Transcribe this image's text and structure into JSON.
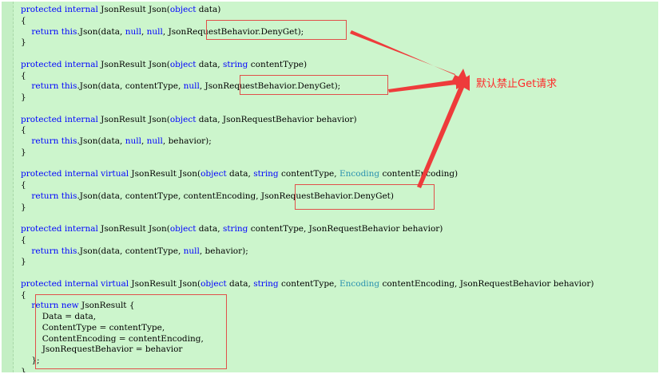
{
  "colors": {
    "editor_background": "#ccf5cc",
    "keyword": "#0000ff",
    "type": "#2b91af",
    "plain": "#000000",
    "highlight_box": "#e0504a",
    "annotation": "#ff2a2a"
  },
  "code_lines": [
    [
      {
        "t": "protected internal ",
        "c": "kw"
      },
      {
        "t": "JsonResult Json(",
        "c": "pl"
      },
      {
        "t": "object",
        "c": "kw"
      },
      {
        "t": " data)",
        "c": "pl"
      }
    ],
    [
      {
        "t": "{",
        "c": "pl"
      }
    ],
    [
      {
        "t": "    ",
        "c": "pl"
      },
      {
        "t": "return this",
        "c": "kw"
      },
      {
        "t": ".Json(data, ",
        "c": "pl"
      },
      {
        "t": "null",
        "c": "kw"
      },
      {
        "t": ", ",
        "c": "pl"
      },
      {
        "t": "null",
        "c": "kw"
      },
      {
        "t": ", JsonRequestBehavior.DenyGet);",
        "c": "pl"
      }
    ],
    [
      {
        "t": "}",
        "c": "pl"
      }
    ],
    [],
    [
      {
        "t": "protected internal ",
        "c": "kw"
      },
      {
        "t": "JsonResult Json(",
        "c": "pl"
      },
      {
        "t": "object",
        "c": "kw"
      },
      {
        "t": " data, ",
        "c": "pl"
      },
      {
        "t": "string",
        "c": "kw"
      },
      {
        "t": " contentType)",
        "c": "pl"
      }
    ],
    [
      {
        "t": "{",
        "c": "pl"
      }
    ],
    [
      {
        "t": "    ",
        "c": "pl"
      },
      {
        "t": "return this",
        "c": "kw"
      },
      {
        "t": ".Json(data, contentType, ",
        "c": "pl"
      },
      {
        "t": "null",
        "c": "kw"
      },
      {
        "t": ", JsonRequestBehavior.DenyGet);",
        "c": "pl"
      }
    ],
    [
      {
        "t": "}",
        "c": "pl"
      }
    ],
    [],
    [
      {
        "t": "protected internal ",
        "c": "kw"
      },
      {
        "t": "JsonResult Json(",
        "c": "pl"
      },
      {
        "t": "object",
        "c": "kw"
      },
      {
        "t": " data, JsonRequestBehavior behavior)",
        "c": "pl"
      }
    ],
    [
      {
        "t": "{",
        "c": "pl"
      }
    ],
    [
      {
        "t": "    ",
        "c": "pl"
      },
      {
        "t": "return this",
        "c": "kw"
      },
      {
        "t": ".Json(data, ",
        "c": "pl"
      },
      {
        "t": "null",
        "c": "kw"
      },
      {
        "t": ", ",
        "c": "pl"
      },
      {
        "t": "null",
        "c": "kw"
      },
      {
        "t": ", behavior);",
        "c": "pl"
      }
    ],
    [
      {
        "t": "}",
        "c": "pl"
      }
    ],
    [],
    [
      {
        "t": "protected internal virtual ",
        "c": "kw"
      },
      {
        "t": "JsonResult Json(",
        "c": "pl"
      },
      {
        "t": "object",
        "c": "kw"
      },
      {
        "t": " data, ",
        "c": "pl"
      },
      {
        "t": "string",
        "c": "kw"
      },
      {
        "t": " contentType, ",
        "c": "pl"
      },
      {
        "t": "Encoding",
        "c": "ty"
      },
      {
        "t": " contentEncoding)",
        "c": "pl"
      }
    ],
    [
      {
        "t": "{",
        "c": "pl"
      }
    ],
    [
      {
        "t": "    ",
        "c": "pl"
      },
      {
        "t": "return this",
        "c": "kw"
      },
      {
        "t": ".Json(data, contentType, contentEncoding, JsonRequestBehavior.DenyGet)",
        "c": "pl"
      }
    ],
    [
      {
        "t": "}",
        "c": "pl"
      }
    ],
    [],
    [
      {
        "t": "protected internal ",
        "c": "kw"
      },
      {
        "t": "JsonResult Json(",
        "c": "pl"
      },
      {
        "t": "object",
        "c": "kw"
      },
      {
        "t": " data, ",
        "c": "pl"
      },
      {
        "t": "string",
        "c": "kw"
      },
      {
        "t": " contentType, JsonRequestBehavior behavior)",
        "c": "pl"
      }
    ],
    [
      {
        "t": "{",
        "c": "pl"
      }
    ],
    [
      {
        "t": "    ",
        "c": "pl"
      },
      {
        "t": "return this",
        "c": "kw"
      },
      {
        "t": ".Json(data, contentType, ",
        "c": "pl"
      },
      {
        "t": "null",
        "c": "kw"
      },
      {
        "t": ", behavior);",
        "c": "pl"
      }
    ],
    [
      {
        "t": "}",
        "c": "pl"
      }
    ],
    [],
    [
      {
        "t": "protected internal virtual ",
        "c": "kw"
      },
      {
        "t": "JsonResult Json(",
        "c": "pl"
      },
      {
        "t": "object",
        "c": "kw"
      },
      {
        "t": " data, ",
        "c": "pl"
      },
      {
        "t": "string",
        "c": "kw"
      },
      {
        "t": " contentType, ",
        "c": "pl"
      },
      {
        "t": "Encoding",
        "c": "ty"
      },
      {
        "t": " contentEncoding, JsonRequestBehavior behavior)",
        "c": "pl"
      }
    ],
    [
      {
        "t": "{",
        "c": "pl"
      }
    ],
    [
      {
        "t": "    ",
        "c": "pl"
      },
      {
        "t": "return new ",
        "c": "kw"
      },
      {
        "t": "JsonResult {",
        "c": "pl"
      }
    ],
    [
      {
        "t": "        Data = data,",
        "c": "pl"
      }
    ],
    [
      {
        "t": "        ContentType = contentType,",
        "c": "pl"
      }
    ],
    [
      {
        "t": "        ContentEncoding = contentEncoding,",
        "c": "pl"
      }
    ],
    [
      {
        "t": "        JsonRequestBehavior = behavior",
        "c": "pl"
      }
    ],
    [
      {
        "t": "    };",
        "c": "pl"
      }
    ],
    [
      {
        "t": "}",
        "c": "pl"
      }
    ]
  ],
  "annotation": {
    "text": "默认禁止Get请求"
  }
}
